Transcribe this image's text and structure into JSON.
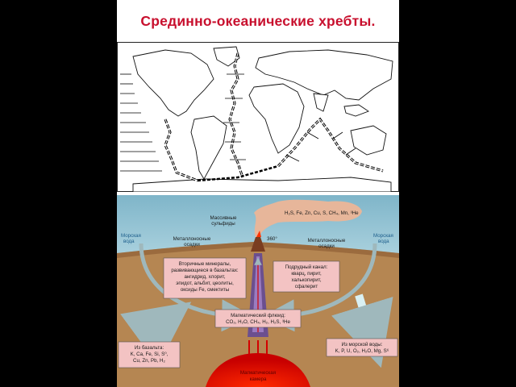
{
  "title": "Срединно-океанические хребты.",
  "diagram": {
    "smoke_label": "H₂S, Fe, Zn, Cu, S, CH₄, Mn, ³He",
    "massive_sulfides": [
      "Массивные",
      "сульфиды"
    ],
    "temperature": "360°",
    "metal_sediments_left": [
      "Металлоносные",
      "осадки"
    ],
    "metal_sediments_right": [
      "Металлоносные",
      "осадки"
    ],
    "sea_water_left": [
      "Морская",
      "вода"
    ],
    "sea_water_right": [
      "Морская",
      "вода"
    ],
    "secondary_minerals": [
      "Вторичные минералы,",
      "развивающиеся в базальтах:",
      "ангидрид, хлорит,",
      "эпидот, альбит, цеолиты,",
      "оксиды Fe, смектиты"
    ],
    "ore_channel": [
      "Подрудный канал:",
      "кварц, пирит,",
      "халькопирит,",
      "сфалерит"
    ],
    "magmatic_fluid": [
      "Магматический флюид:",
      "CO₂, H₂O, CH₄, H₂, H₂S, ³He"
    ],
    "from_basalt": [
      "Из базальта:",
      "K, Ca, Fe, Si, S⁰,",
      "Cu, Zn, Pb, H₂"
    ],
    "from_sea_water": [
      "Из морской воды:",
      "K, P, U, O₂, H₂O, Mg, S⁶"
    ],
    "magma_chamber": [
      "Магматическая",
      "камера"
    ]
  },
  "colors": {
    "title": "#c8102e",
    "ocean": "#8fbfd0",
    "crust": "#b8874f",
    "label_box": "#f3c3c3",
    "magma": "#d40000"
  }
}
